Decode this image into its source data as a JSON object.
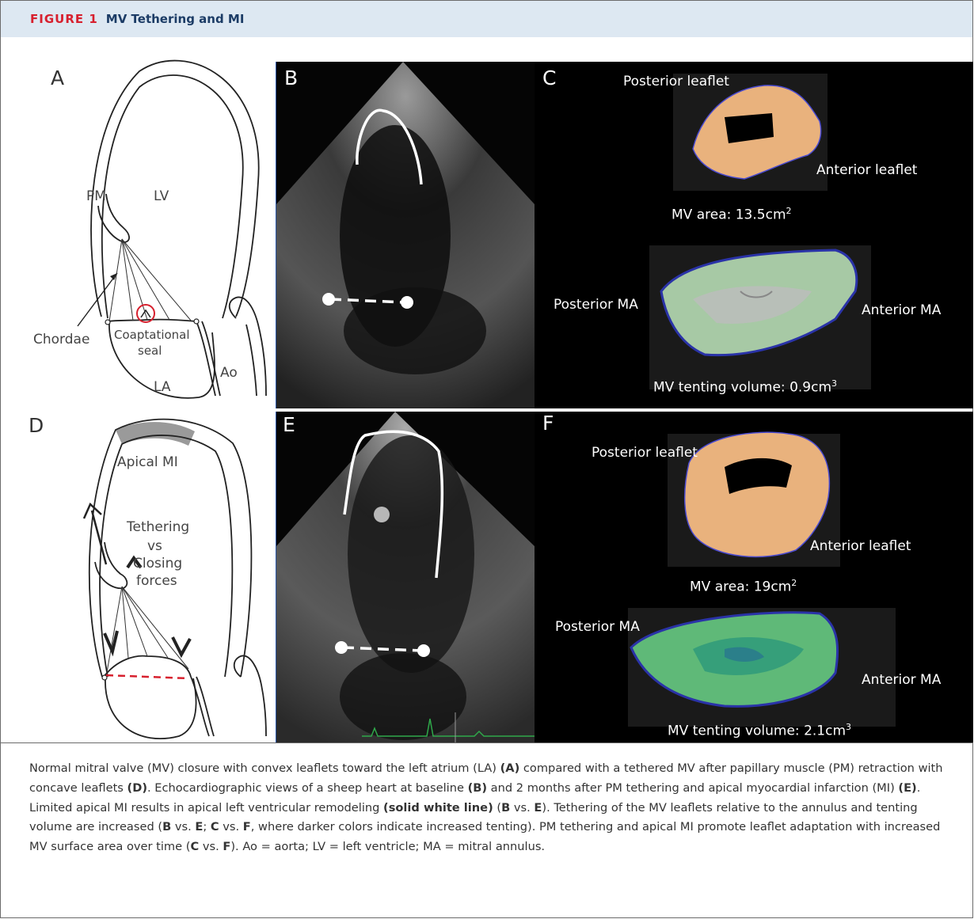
{
  "figure": {
    "number": "FIGURE 1",
    "title": "MV Tethering and MI"
  },
  "panels": {
    "A": {
      "label": "A",
      "labels": {
        "pm": "PM",
        "lv": "LV",
        "chordae": "Chordae",
        "coaptational": "Coaptational",
        "seal": "seal",
        "la": "LA",
        "ao": "Ao"
      }
    },
    "B": {
      "label": "B"
    },
    "C": {
      "label": "C",
      "posterior_leaflet": "Posterior leaflet",
      "anterior_leaflet": "Anterior leaflet",
      "mv_area_label": "MV area: 13.5cm",
      "mv_area_sup": "2",
      "posterior_ma": "Posterior MA",
      "anterior_ma": "Anterior MA",
      "tenting_label": "MV tenting volume: 0.9cm",
      "tenting_sup": "3"
    },
    "D": {
      "label": "D",
      "labels": {
        "apical_mi": "Apical MI",
        "tethering": "Tethering",
        "vs": "vs",
        "closing": "Closing",
        "forces": "forces"
      }
    },
    "E": {
      "label": "E"
    },
    "F": {
      "label": "F",
      "posterior_leaflet": "Posterior leaflet",
      "anterior_leaflet": "Anterior leaflet",
      "mv_area_label": "MV area: 19cm",
      "mv_area_sup": "2",
      "posterior_ma": "Posterior MA",
      "anterior_ma": "Anterior MA",
      "tenting_label": "MV tenting volume: 2.1cm",
      "tenting_sup": "3"
    }
  },
  "caption": {
    "s1": "Normal mitral valve (MV) closure with convex leaflets toward the left atrium (LA) ",
    "b1": "(A)",
    "s2": " compared with a tethered MV after papillary muscle (PM) retraction with concave leaflets ",
    "b2": "(D)",
    "s3": ". Echocardiographic views of a sheep heart at baseline ",
    "b3": "(B)",
    "s4": " and 2 months after PM tethering and apical myocardial infarction (MI) ",
    "b4": "(E)",
    "s5": ". Limited apical MI results in apical left ventricular remodeling ",
    "b5": "(solid white line)",
    "s6": " (",
    "b6": "B",
    "s7": " vs. ",
    "b7": "E",
    "s8": "). Tethering of the MV leaflets relative to the annulus and tenting volume are increased (",
    "b8": "B",
    "s9": " vs. ",
    "b9": "E",
    "s10": "; ",
    "b10": "C",
    "s11": " vs. ",
    "b11": "F",
    "s12": ", where darker colors indicate increased tenting). PM tethering and apical MI promote leaflet adaptation with increased MV surface area over time (",
    "b12": "C",
    "s13": " vs. ",
    "b13": "F",
    "s14": "). Ao = aorta; LV = left ventricle; MA = mitral annulus."
  }
}
